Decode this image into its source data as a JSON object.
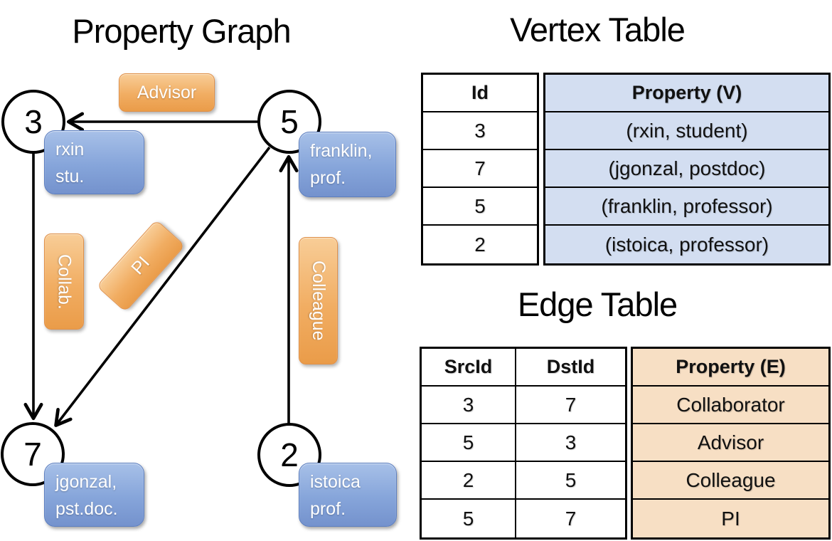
{
  "panel_titles": {
    "graph": "Property Graph",
    "vertex_table": "Vertex Table",
    "edge_table": "Edge Table"
  },
  "graph": {
    "vertices": [
      {
        "id": "3",
        "line1": "rxin",
        "line2": "stu."
      },
      {
        "id": "5",
        "line1": "franklin,",
        "line2": "prof."
      },
      {
        "id": "7",
        "line1": "jgonzal,",
        "line2": "pst.doc."
      },
      {
        "id": "2",
        "line1": "istoica",
        "line2": "prof."
      }
    ],
    "edge_labels": {
      "advisor": "Advisor",
      "collab": "Collab.",
      "pi": "PI",
      "colleague": "Colleague"
    }
  },
  "vertex_table": {
    "headers": {
      "id": "Id",
      "property": "Property (V)"
    },
    "rows": [
      {
        "id": "3",
        "property": "(rxin, student)"
      },
      {
        "id": "7",
        "property": "(jgonzal, postdoc)"
      },
      {
        "id": "5",
        "property": "(franklin, professor)"
      },
      {
        "id": "2",
        "property": "(istoica, professor)"
      }
    ]
  },
  "edge_table": {
    "headers": {
      "src": "SrcId",
      "dst": "DstId",
      "property": "Property (E)"
    },
    "rows": [
      {
        "src": "3",
        "dst": "7",
        "property": "Collaborator"
      },
      {
        "src": "5",
        "dst": "3",
        "property": "Advisor"
      },
      {
        "src": "2",
        "dst": "5",
        "property": "Colleague"
      },
      {
        "src": "5",
        "dst": "7",
        "property": "PI"
      }
    ]
  },
  "colors": {
    "orange_light": "#f8cd97",
    "orange_mid": "#f1ad62",
    "orange_dark": "#ea9c49",
    "orange_border": "#e09048",
    "blue_light": "#a7c0e8",
    "blue_mid": "#86a5da",
    "blue_dark": "#7492cd",
    "blue_border": "#5d7fc0",
    "table_blue": "#d3def1",
    "table_tan": "#f7dfc4",
    "line": "#000000"
  }
}
